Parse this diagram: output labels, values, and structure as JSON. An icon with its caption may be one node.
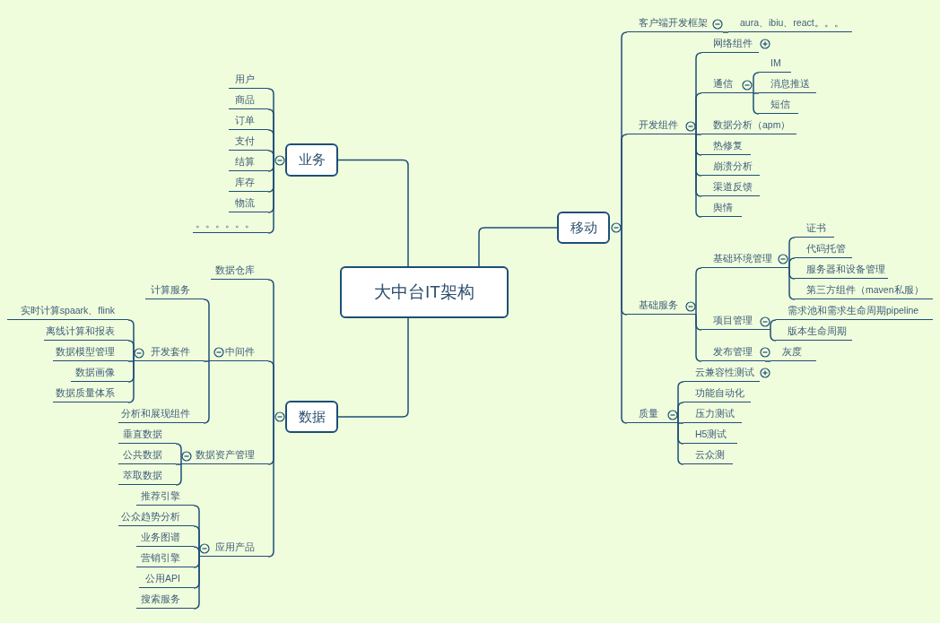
{
  "diagram": {
    "nodes": [
      {
        "text": [
          "大中台IT架构"
        ]
      },
      {
        "text": [
          "业务"
        ]
      },
      {
        "text": [
          "用户"
        ]
      },
      {
        "text": [
          "商品"
        ]
      },
      {
        "text": [
          "订单"
        ]
      },
      {
        "text": [
          "支付"
        ]
      },
      {
        "text": [
          "结算"
        ]
      },
      {
        "text": [
          "库存"
        ]
      },
      {
        "text": [
          "物流"
        ]
      },
      {
        "text": [
          "。。。。。。"
        ]
      },
      {
        "text": [
          "数据"
        ]
      },
      {
        "text": [
          "数据仓库"
        ]
      },
      {
        "text": [
          "中间件"
        ]
      },
      {
        "text": [
          "计算服务"
        ]
      },
      {
        "text": [
          "开发套件"
        ]
      },
      {
        "text": [
          "实时计算spaark、flink"
        ]
      },
      {
        "text": [
          "离线计算和报表"
        ]
      },
      {
        "text": [
          "数据模型管理"
        ]
      },
      {
        "text": [
          "数据画像"
        ]
      },
      {
        "text": [
          "数据质量体系"
        ]
      },
      {
        "text": [
          "分析和展现组件"
        ]
      },
      {
        "text": [
          "数据资产管理"
        ]
      },
      {
        "text": [
          "垂直数据"
        ]
      },
      {
        "text": [
          "公共数据"
        ]
      },
      {
        "text": [
          "萃取数据"
        ]
      },
      {
        "text": [
          "应用产品"
        ]
      },
      {
        "text": [
          "推荐引擎"
        ]
      },
      {
        "text": [
          "公众趋势分析"
        ]
      },
      {
        "text": [
          "业务图谱"
        ]
      },
      {
        "text": [
          "营销引擎"
        ]
      },
      {
        "text": [
          "公用API"
        ]
      },
      {
        "text": [
          "搜索服务"
        ]
      },
      {
        "text": [
          "移动"
        ]
      },
      {
        "text": [
          "客户端开发框架"
        ]
      },
      {
        "text": [
          "aura、ibiu、react。。。"
        ]
      },
      {
        "text": [
          "开发组件"
        ]
      },
      {
        "text": [
          "网络组件"
        ]
      },
      {
        "text": [
          "通信"
        ]
      },
      {
        "text": [
          "IM"
        ]
      },
      {
        "text": [
          "消息推送"
        ]
      },
      {
        "text": [
          "短信"
        ]
      },
      {
        "text": [
          "数据分析（apm）"
        ]
      },
      {
        "text": [
          "热修复"
        ]
      },
      {
        "text": [
          "崩溃分析"
        ]
      },
      {
        "text": [
          "渠道反馈"
        ]
      },
      {
        "text": [
          "舆情"
        ]
      },
      {
        "text": [
          "基础服务"
        ]
      },
      {
        "text": [
          "基础环境管理"
        ]
      },
      {
        "text": [
          "证书"
        ]
      },
      {
        "text": [
          "代码托管"
        ]
      },
      {
        "text": [
          "服务器和设备管理"
        ]
      },
      {
        "text": [
          "第三方组件（maven私服）"
        ]
      },
      {
        "text": [
          "项目管理"
        ]
      },
      {
        "text": [
          "需求池和需求生命周期pipeline"
        ]
      },
      {
        "text": [
          "版本生命周期"
        ]
      },
      {
        "text": [
          "发布管理"
        ]
      },
      {
        "text": [
          "灰度"
        ]
      },
      {
        "text": [
          "质量"
        ]
      },
      {
        "text": [
          "云兼容性测试"
        ]
      },
      {
        "text": [
          "功能自动化"
        ]
      },
      {
        "text": [
          "压力测试"
        ]
      },
      {
        "text": [
          "H5测试"
        ]
      },
      {
        "text": [
          "云众测"
        ]
      }
    ],
    "edges": [
      {
        "from": 0,
        "to": 1,
        "arrow": "none"
      },
      {
        "from": 1,
        "to": 2,
        "arrow": "none"
      },
      {
        "from": 1,
        "to": 3,
        "arrow": "none"
      },
      {
        "from": 1,
        "to": 4,
        "arrow": "none"
      },
      {
        "from": 1,
        "to": 5,
        "arrow": "none"
      },
      {
        "from": 1,
        "to": 6,
        "arrow": "none"
      },
      {
        "from": 1,
        "to": 7,
        "arrow": "none"
      },
      {
        "from": 1,
        "to": 8,
        "arrow": "none"
      },
      {
        "from": 1,
        "to": 9,
        "arrow": "none"
      },
      {
        "from": 0,
        "to": 10,
        "arrow": "none"
      },
      {
        "from": 10,
        "to": 11,
        "arrow": "none"
      },
      {
        "from": 10,
        "to": 12,
        "arrow": "none"
      },
      {
        "from": 12,
        "to": 13,
        "arrow": "none"
      },
      {
        "from": 12,
        "to": 14,
        "arrow": "none"
      },
      {
        "from": 14,
        "to": 15,
        "arrow": "none"
      },
      {
        "from": 14,
        "to": 16,
        "arrow": "none"
      },
      {
        "from": 14,
        "to": 17,
        "arrow": "none"
      },
      {
        "from": 14,
        "to": 18,
        "arrow": "none"
      },
      {
        "from": 14,
        "to": 19,
        "arrow": "none"
      },
      {
        "from": 12,
        "to": 20,
        "arrow": "none"
      },
      {
        "from": 10,
        "to": 21,
        "arrow": "none"
      },
      {
        "from": 21,
        "to": 22,
        "arrow": "none"
      },
      {
        "from": 21,
        "to": 23,
        "arrow": "none"
      },
      {
        "from": 21,
        "to": 24,
        "arrow": "none"
      },
      {
        "from": 10,
        "to": 25,
        "arrow": "none"
      },
      {
        "from": 25,
        "to": 26,
        "arrow": "none"
      },
      {
        "from": 25,
        "to": 27,
        "arrow": "none"
      },
      {
        "from": 25,
        "to": 28,
        "arrow": "none"
      },
      {
        "from": 25,
        "to": 29,
        "arrow": "none"
      },
      {
        "from": 25,
        "to": 30,
        "arrow": "none"
      },
      {
        "from": 25,
        "to": 31,
        "arrow": "none"
      },
      {
        "from": 0,
        "to": 32,
        "arrow": "none"
      },
      {
        "from": 32,
        "to": 33,
        "arrow": "none"
      },
      {
        "from": 33,
        "to": 34,
        "arrow": "none"
      },
      {
        "from": 32,
        "to": 35,
        "arrow": "none"
      },
      {
        "from": 35,
        "to": 36,
        "arrow": "none"
      },
      {
        "from": 35,
        "to": 37,
        "arrow": "none"
      },
      {
        "from": 37,
        "to": 38,
        "arrow": "none"
      },
      {
        "from": 37,
        "to": 39,
        "arrow": "none"
      },
      {
        "from": 37,
        "to": 40,
        "arrow": "none"
      },
      {
        "from": 35,
        "to": 41,
        "arrow": "none"
      },
      {
        "from": 35,
        "to": 42,
        "arrow": "none"
      },
      {
        "from": 35,
        "to": 43,
        "arrow": "none"
      },
      {
        "from": 35,
        "to": 44,
        "arrow": "none"
      },
      {
        "from": 35,
        "to": 45,
        "arrow": "none"
      },
      {
        "from": 32,
        "to": 46,
        "arrow": "none"
      },
      {
        "from": 46,
        "to": 47,
        "arrow": "none"
      },
      {
        "from": 47,
        "to": 48,
        "arrow": "none"
      },
      {
        "from": 47,
        "to": 49,
        "arrow": "none"
      },
      {
        "from": 47,
        "to": 50,
        "arrow": "none"
      },
      {
        "from": 47,
        "to": 51,
        "arrow": "none"
      },
      {
        "from": 46,
        "to": 52,
        "arrow": "none"
      },
      {
        "from": 52,
        "to": 53,
        "arrow": "none"
      },
      {
        "from": 52,
        "to": 54,
        "arrow": "none"
      },
      {
        "from": 46,
        "to": 55,
        "arrow": "none"
      },
      {
        "from": 55,
        "to": 56,
        "arrow": "none"
      },
      {
        "from": 32,
        "to": 57,
        "arrow": "none"
      },
      {
        "from": 57,
        "to": 58,
        "arrow": "none"
      },
      {
        "from": 57,
        "to": 59,
        "arrow": "none"
      },
      {
        "from": 57,
        "to": 60,
        "arrow": "none"
      },
      {
        "from": 57,
        "to": 61,
        "arrow": "none"
      },
      {
        "from": 57,
        "to": 62,
        "arrow": "none"
      }
    ]
  }
}
